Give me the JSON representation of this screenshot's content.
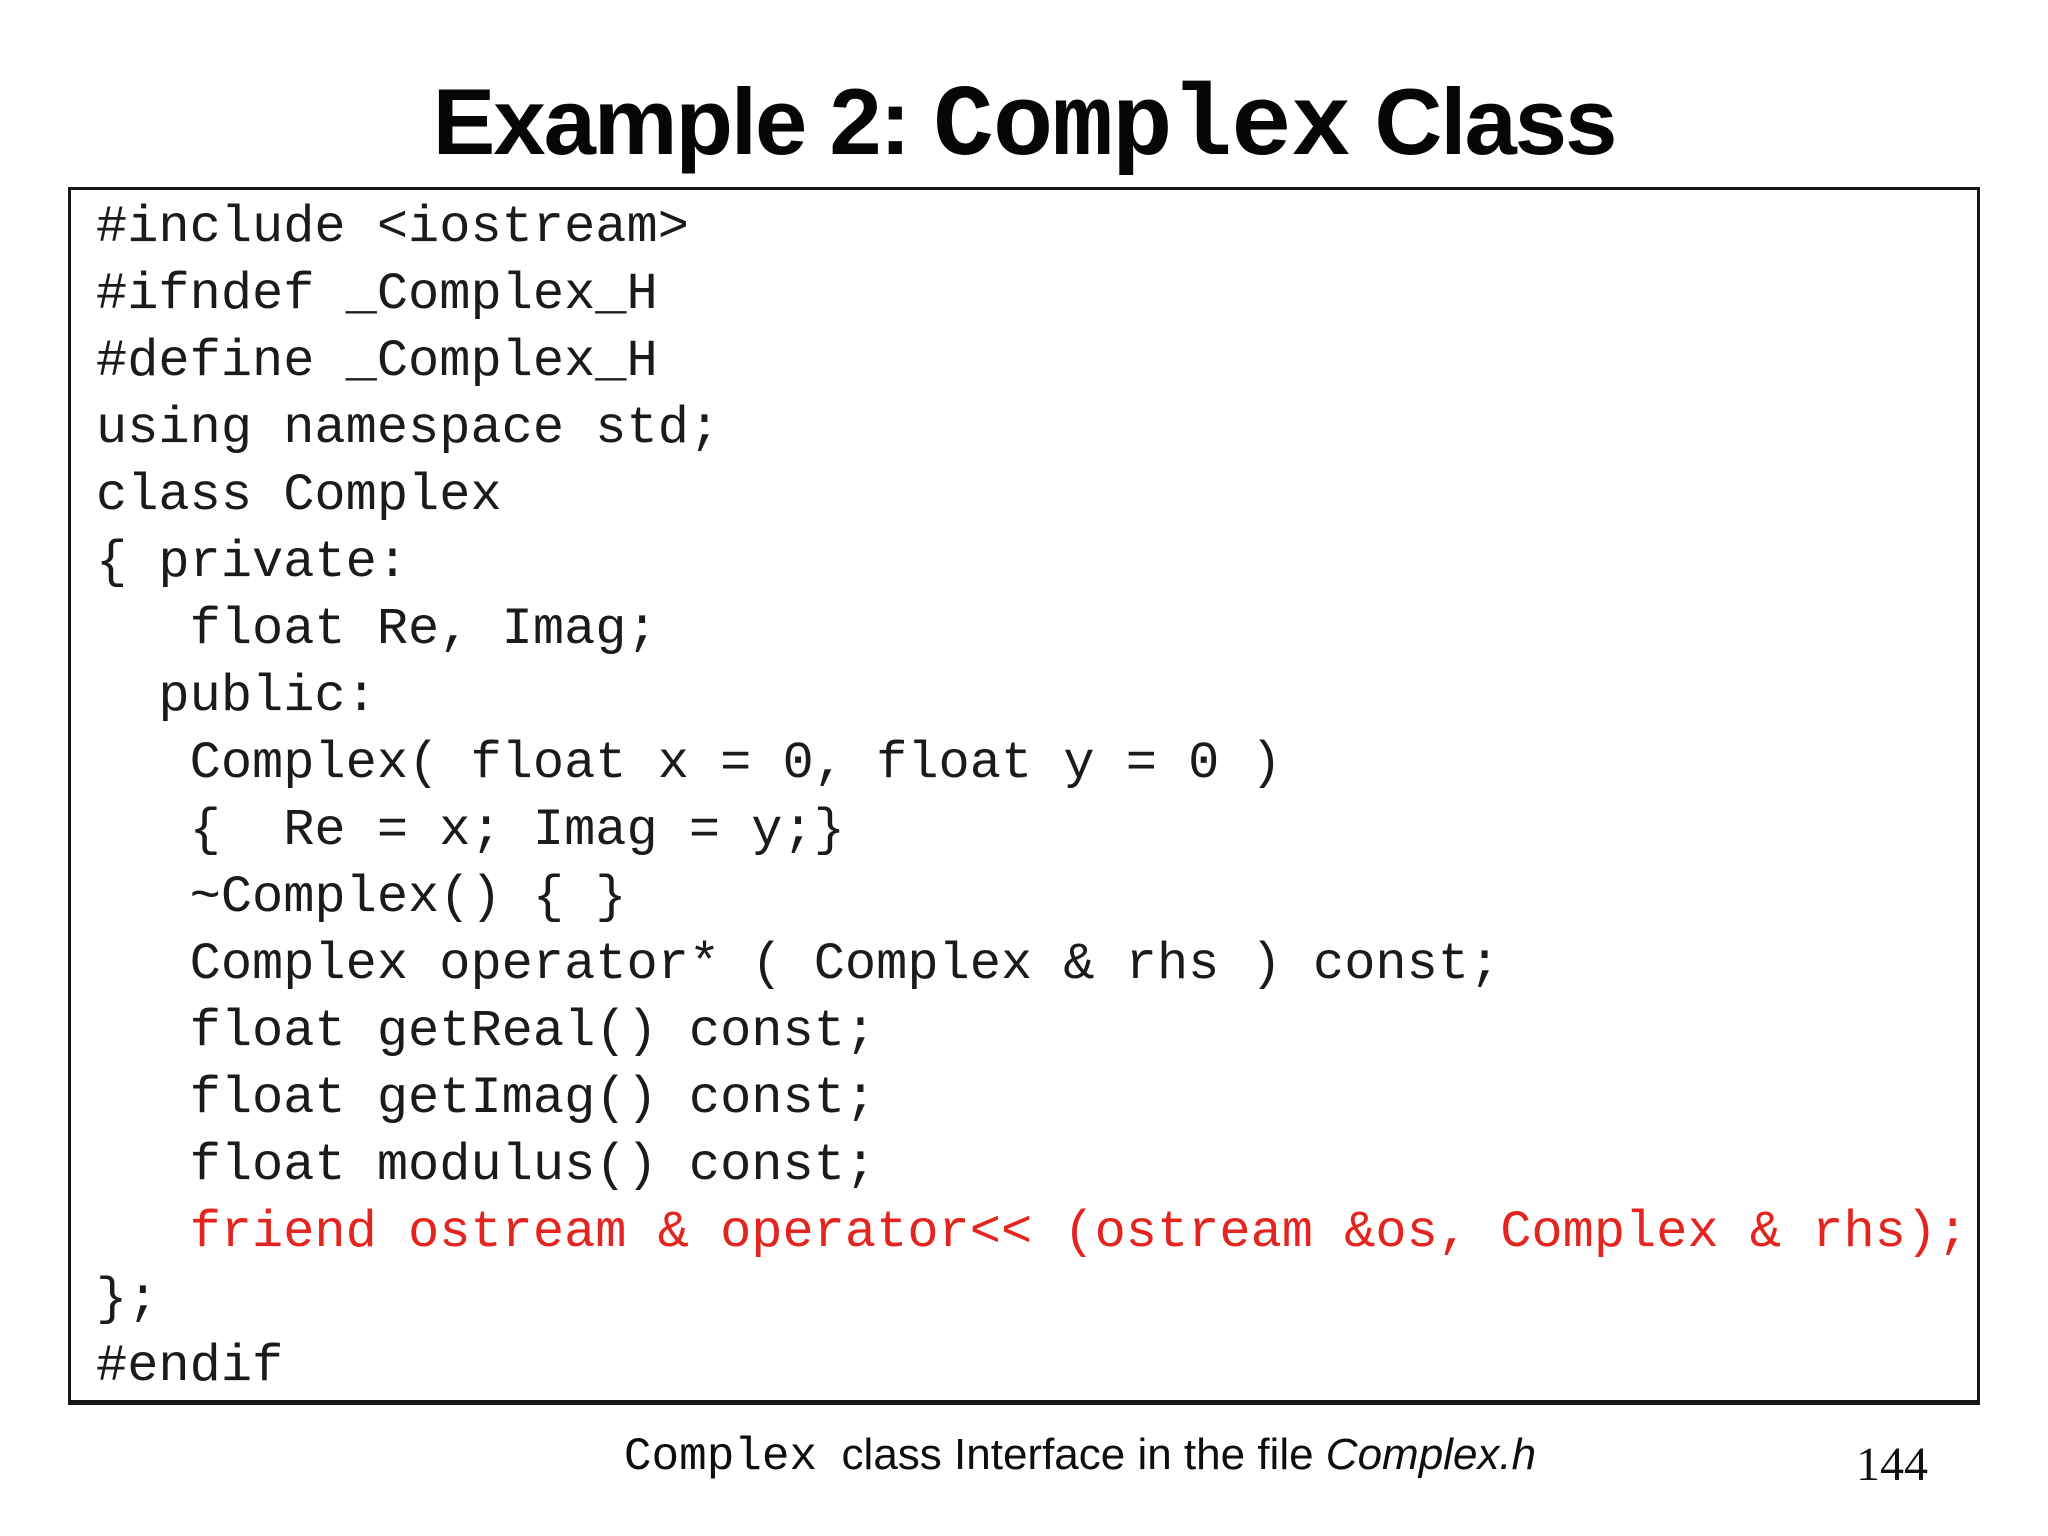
{
  "title": {
    "pre": "Example 2: ",
    "mono": "Complex",
    "post": " Class"
  },
  "code": {
    "colors": {
      "normal": "#1b1b1b",
      "highlight": "#e4241e"
    },
    "lines": [
      {
        "text": "#include <iostream>"
      },
      {
        "text": "#ifndef _Complex_H"
      },
      {
        "text": "#define _Complex_H"
      },
      {
        "text": "using namespace std;"
      },
      {
        "text": "class Complex"
      },
      {
        "text": "{ private:"
      },
      {
        "text": "   float Re, Imag;"
      },
      {
        "text": "  public:"
      },
      {
        "text": "   Complex( float x = 0, float y = 0 )"
      },
      {
        "text": "   {  Re = x; Imag = y;}"
      },
      {
        "text": "   ~Complex() { }"
      },
      {
        "text": "   Complex operator* ( Complex & rhs ) const;"
      },
      {
        "text": "   float getReal() const;"
      },
      {
        "text": "   float getImag() const;"
      },
      {
        "text": "   float modulus() const;"
      },
      {
        "text": "   friend ostream & operator<< (ostream &os, Complex & rhs);",
        "highlight": true
      },
      {
        "text": "};"
      },
      {
        "text": "#endif"
      }
    ]
  },
  "caption": {
    "mono": "Complex",
    "middle": "  class Interface in the file ",
    "file": "Complex.h"
  },
  "page_number": "144"
}
